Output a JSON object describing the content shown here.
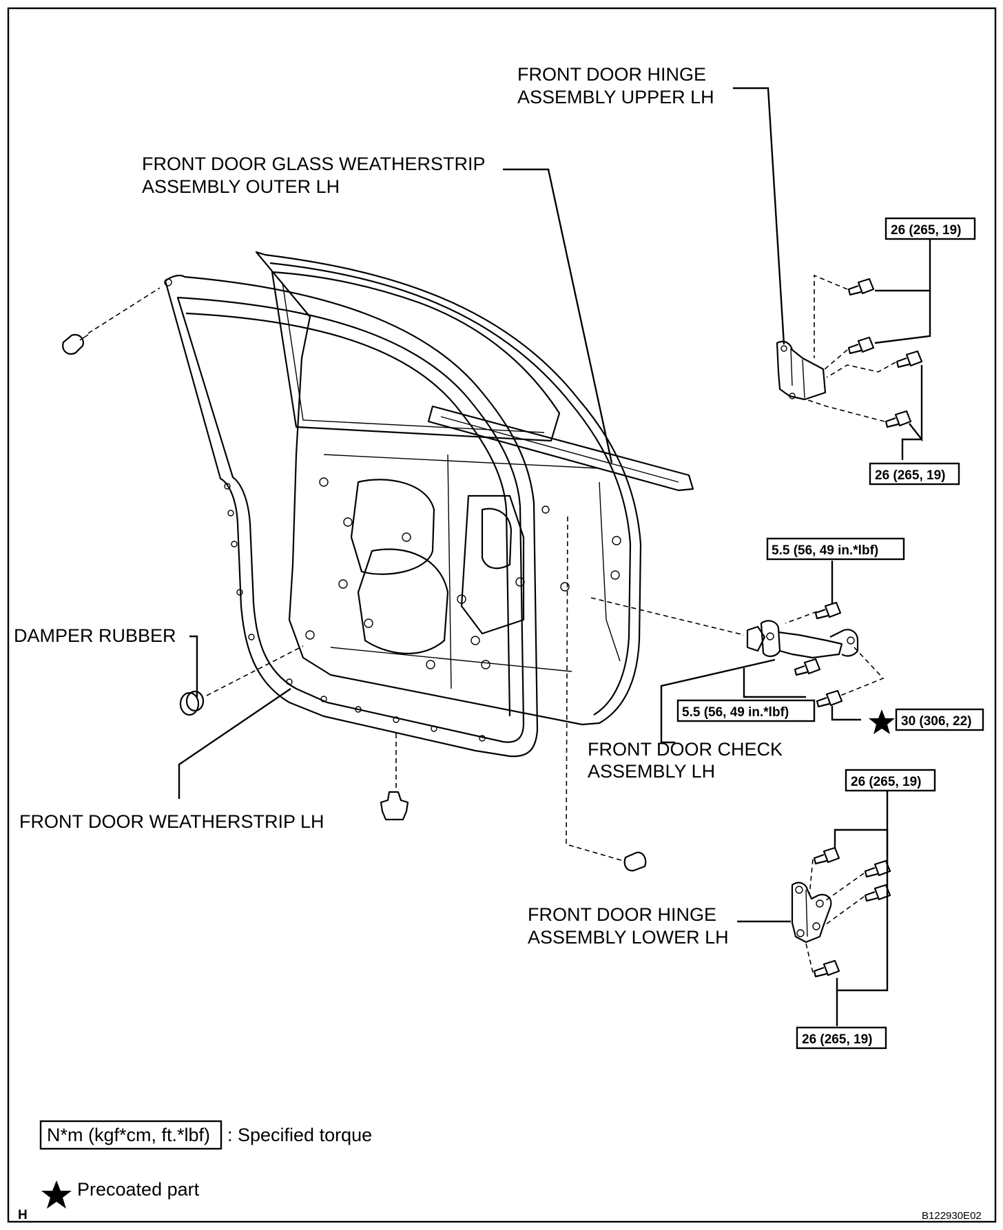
{
  "labels": {
    "hinge_upper": [
      "FRONT DOOR HINGE",
      "ASSEMBLY UPPER LH"
    ],
    "glass_weatherstrip": [
      "FRONT DOOR GLASS WEATHERSTRIP",
      "ASSEMBLY OUTER LH"
    ],
    "damper_rubber": "DAMPER RUBBER",
    "door_check": [
      "FRONT DOOR CHECK",
      "ASSEMBLY LH"
    ],
    "door_weatherstrip": "FRONT DOOR WEATHERSTRIP LH",
    "hinge_lower": [
      "FRONT DOOR HINGE",
      "ASSEMBLY LOWER LH"
    ]
  },
  "torques": {
    "hinge_upper_top": "26 (265, 19)",
    "hinge_upper_bottom": "26 (265, 19)",
    "check_top": "5.5 (56, 49 in.*lbf)",
    "check_bottom": "5.5 (56, 49 in.*lbf)",
    "check_body": "30 (306, 22)",
    "hinge_lower_top": "26 (265, 19)",
    "hinge_lower_bottom": "26 (265, 19)"
  },
  "legend": {
    "torque_unit": "N*m (kgf*cm, ft.*lbf)",
    "torque_desc": ": Specified torque",
    "precoated": "Precoated part",
    "star_icon": "star-icon"
  },
  "footer": {
    "left_code": "H",
    "figure_id": "B122930E02"
  }
}
